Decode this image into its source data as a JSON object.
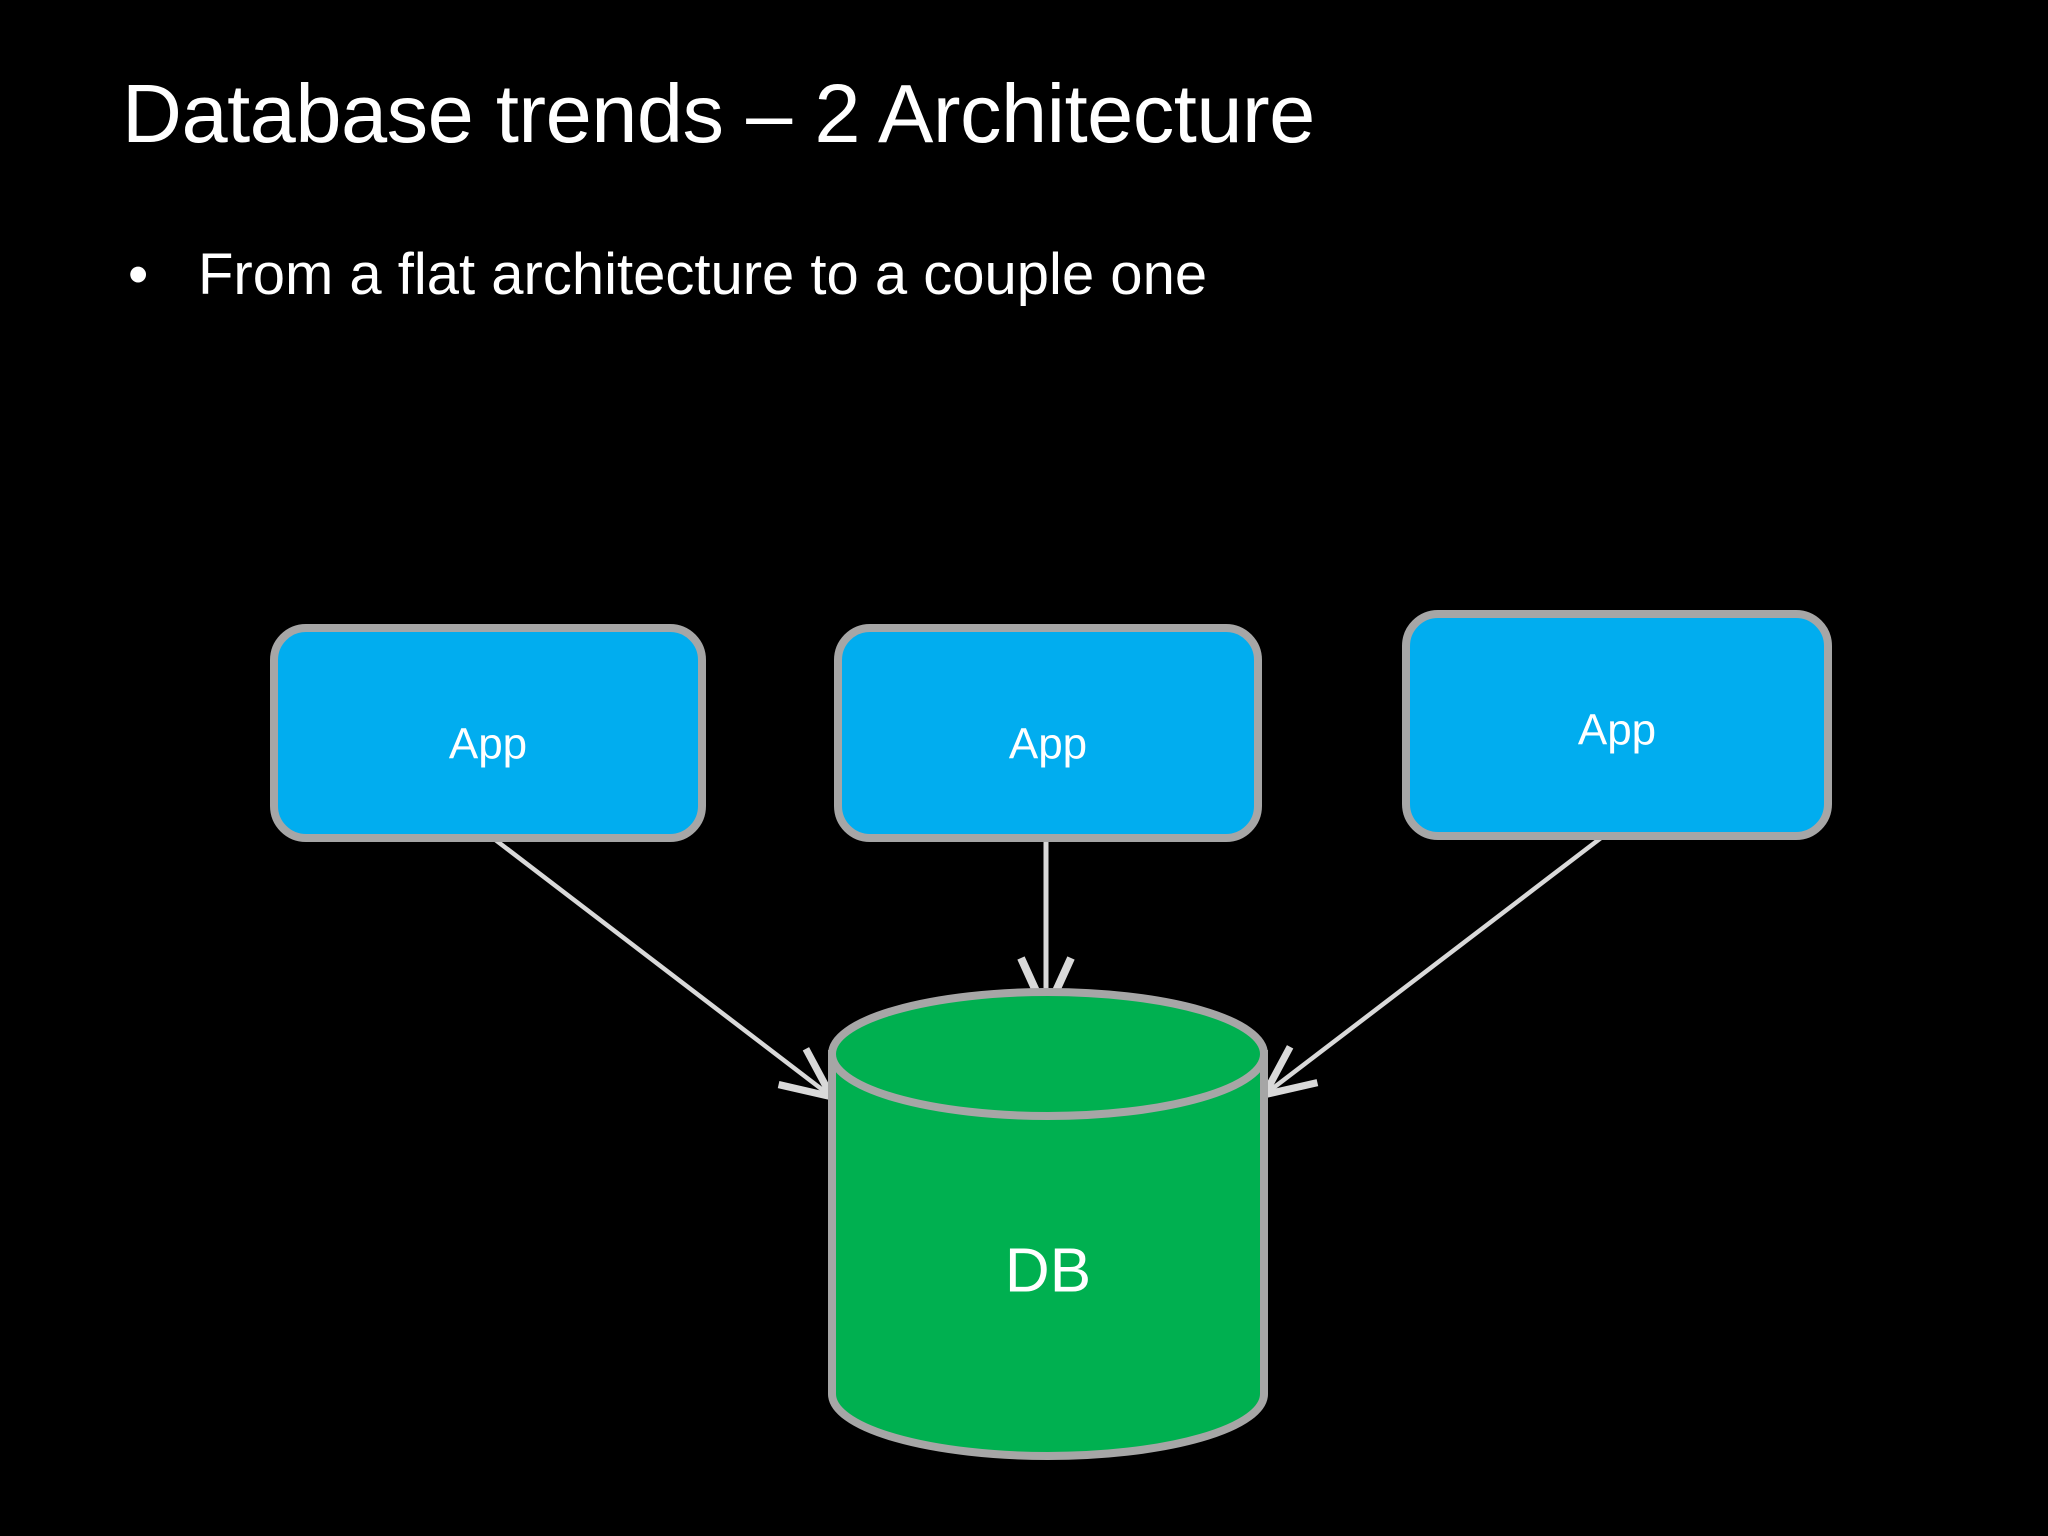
{
  "slide": {
    "background_color": "#000000",
    "title": "Database trends – 2 Architecture",
    "bullets": [
      {
        "marker": "•",
        "text": "From a flat architecture to a couple one"
      }
    ]
  },
  "diagram": {
    "type": "architecture-diagram",
    "colors": {
      "app_fill": "#01ADEF",
      "db_fill": "#00B050",
      "shape_border": "#A6A6A6",
      "arrow": "#D9D9D9",
      "label_text": "#FFFFFF"
    },
    "nodes": [
      {
        "id": "app-1",
        "label": "App",
        "shape": "rounded-rect"
      },
      {
        "id": "app-2",
        "label": "App",
        "shape": "rounded-rect"
      },
      {
        "id": "app-3",
        "label": "App",
        "shape": "rounded-rect"
      },
      {
        "id": "db",
        "label": "DB",
        "shape": "cylinder"
      }
    ],
    "edges": [
      {
        "from": "app-1",
        "to": "db",
        "arrow": "single"
      },
      {
        "from": "app-2",
        "to": "db",
        "arrow": "single"
      },
      {
        "from": "app-3",
        "to": "db",
        "arrow": "single"
      }
    ]
  }
}
